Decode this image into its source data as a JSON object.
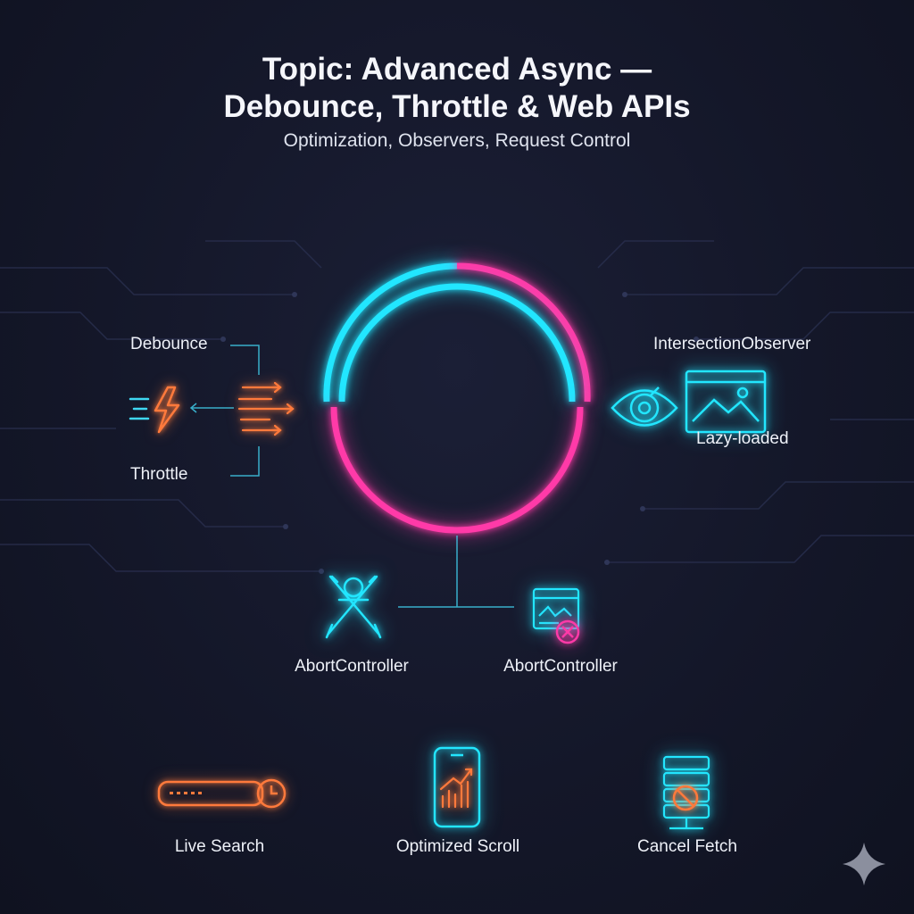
{
  "header": {
    "title_line1": "Topic: Advanced Async —",
    "title_line2": "Debounce, Throttle & Web APIs",
    "subtitle": "Optimization, Observers, Request Control"
  },
  "left": {
    "debounce_label": "Debounce",
    "throttle_label": "Throttle"
  },
  "right": {
    "observer_label": "IntersectionObserver",
    "lazy_label": "Lazy-loaded"
  },
  "middle": {
    "abort_left_label": "AbortController",
    "abort_right_label": "AbortController"
  },
  "bottom": {
    "live_search_label": "Live Search",
    "optimized_scroll_label": "Optimized Scroll",
    "cancel_fetch_label": "Cancel Fetch"
  },
  "colors": {
    "cyan": "#22e6ff",
    "pink": "#ff3aa8",
    "orange": "#ff7a3c",
    "background": "#141729"
  },
  "icons": [
    "lightning-icon",
    "arrows-icon",
    "eye-icon",
    "image-window-icon",
    "crossed-swords-icon",
    "browser-cancel-icon",
    "search-bar-clock-icon",
    "phone-chart-icon",
    "server-block-icon",
    "sparkle-icon"
  ]
}
